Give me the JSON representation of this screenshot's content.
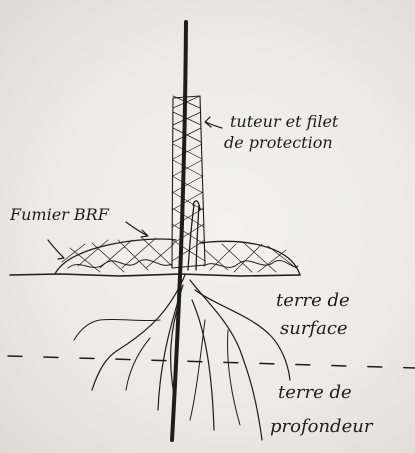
{
  "labels": {
    "stake_line1": "tuteur et filet",
    "stake_line2": "de protection",
    "mulch": "Fumier BRF",
    "topsoil_line1": "terre de",
    "topsoil_line2": "surface",
    "subsoil_line1": "terre de",
    "subsoil_line2": "profondeur"
  },
  "colors": {
    "ink": "#1d1d1b",
    "paper": "#ecebe6"
  }
}
